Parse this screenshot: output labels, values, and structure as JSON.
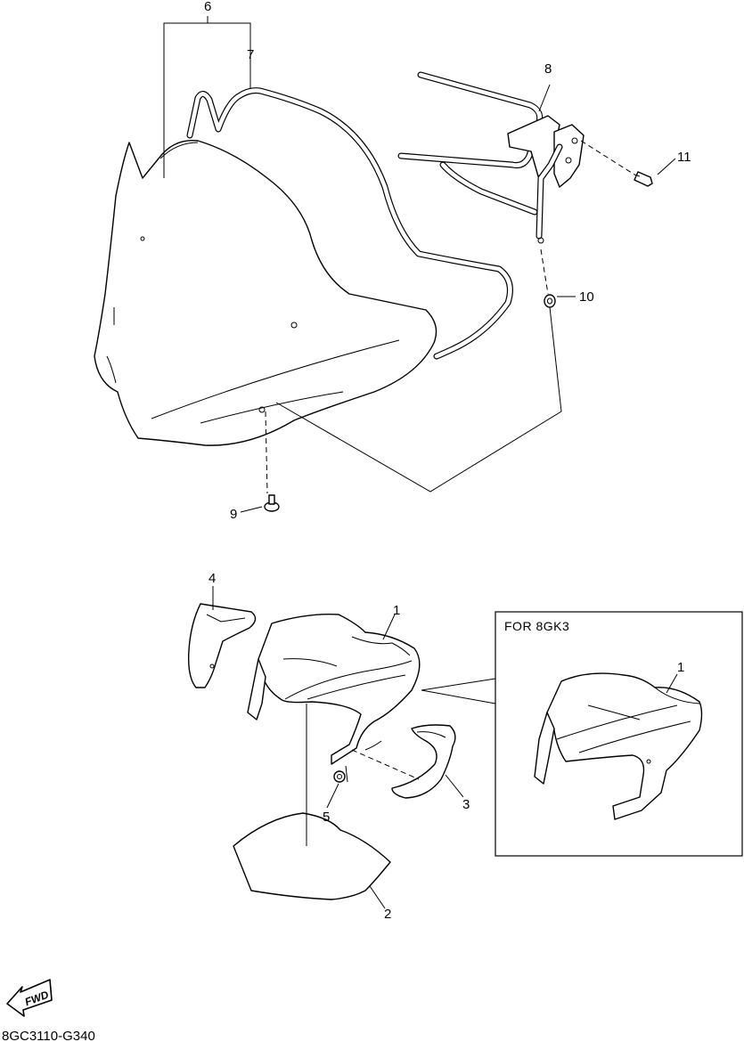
{
  "callouts": {
    "c1": "1",
    "c2": "2",
    "c3": "3",
    "c4": "4",
    "c5": "5",
    "c6": "6",
    "c7": "7",
    "c8": "8",
    "c9": "9",
    "c10": "10",
    "c11": "11",
    "inset_c1": "1"
  },
  "inset": {
    "title": "FOR 8GK3"
  },
  "fwd": {
    "label": "FWD"
  },
  "diagram_code": "8GC3110-G340"
}
